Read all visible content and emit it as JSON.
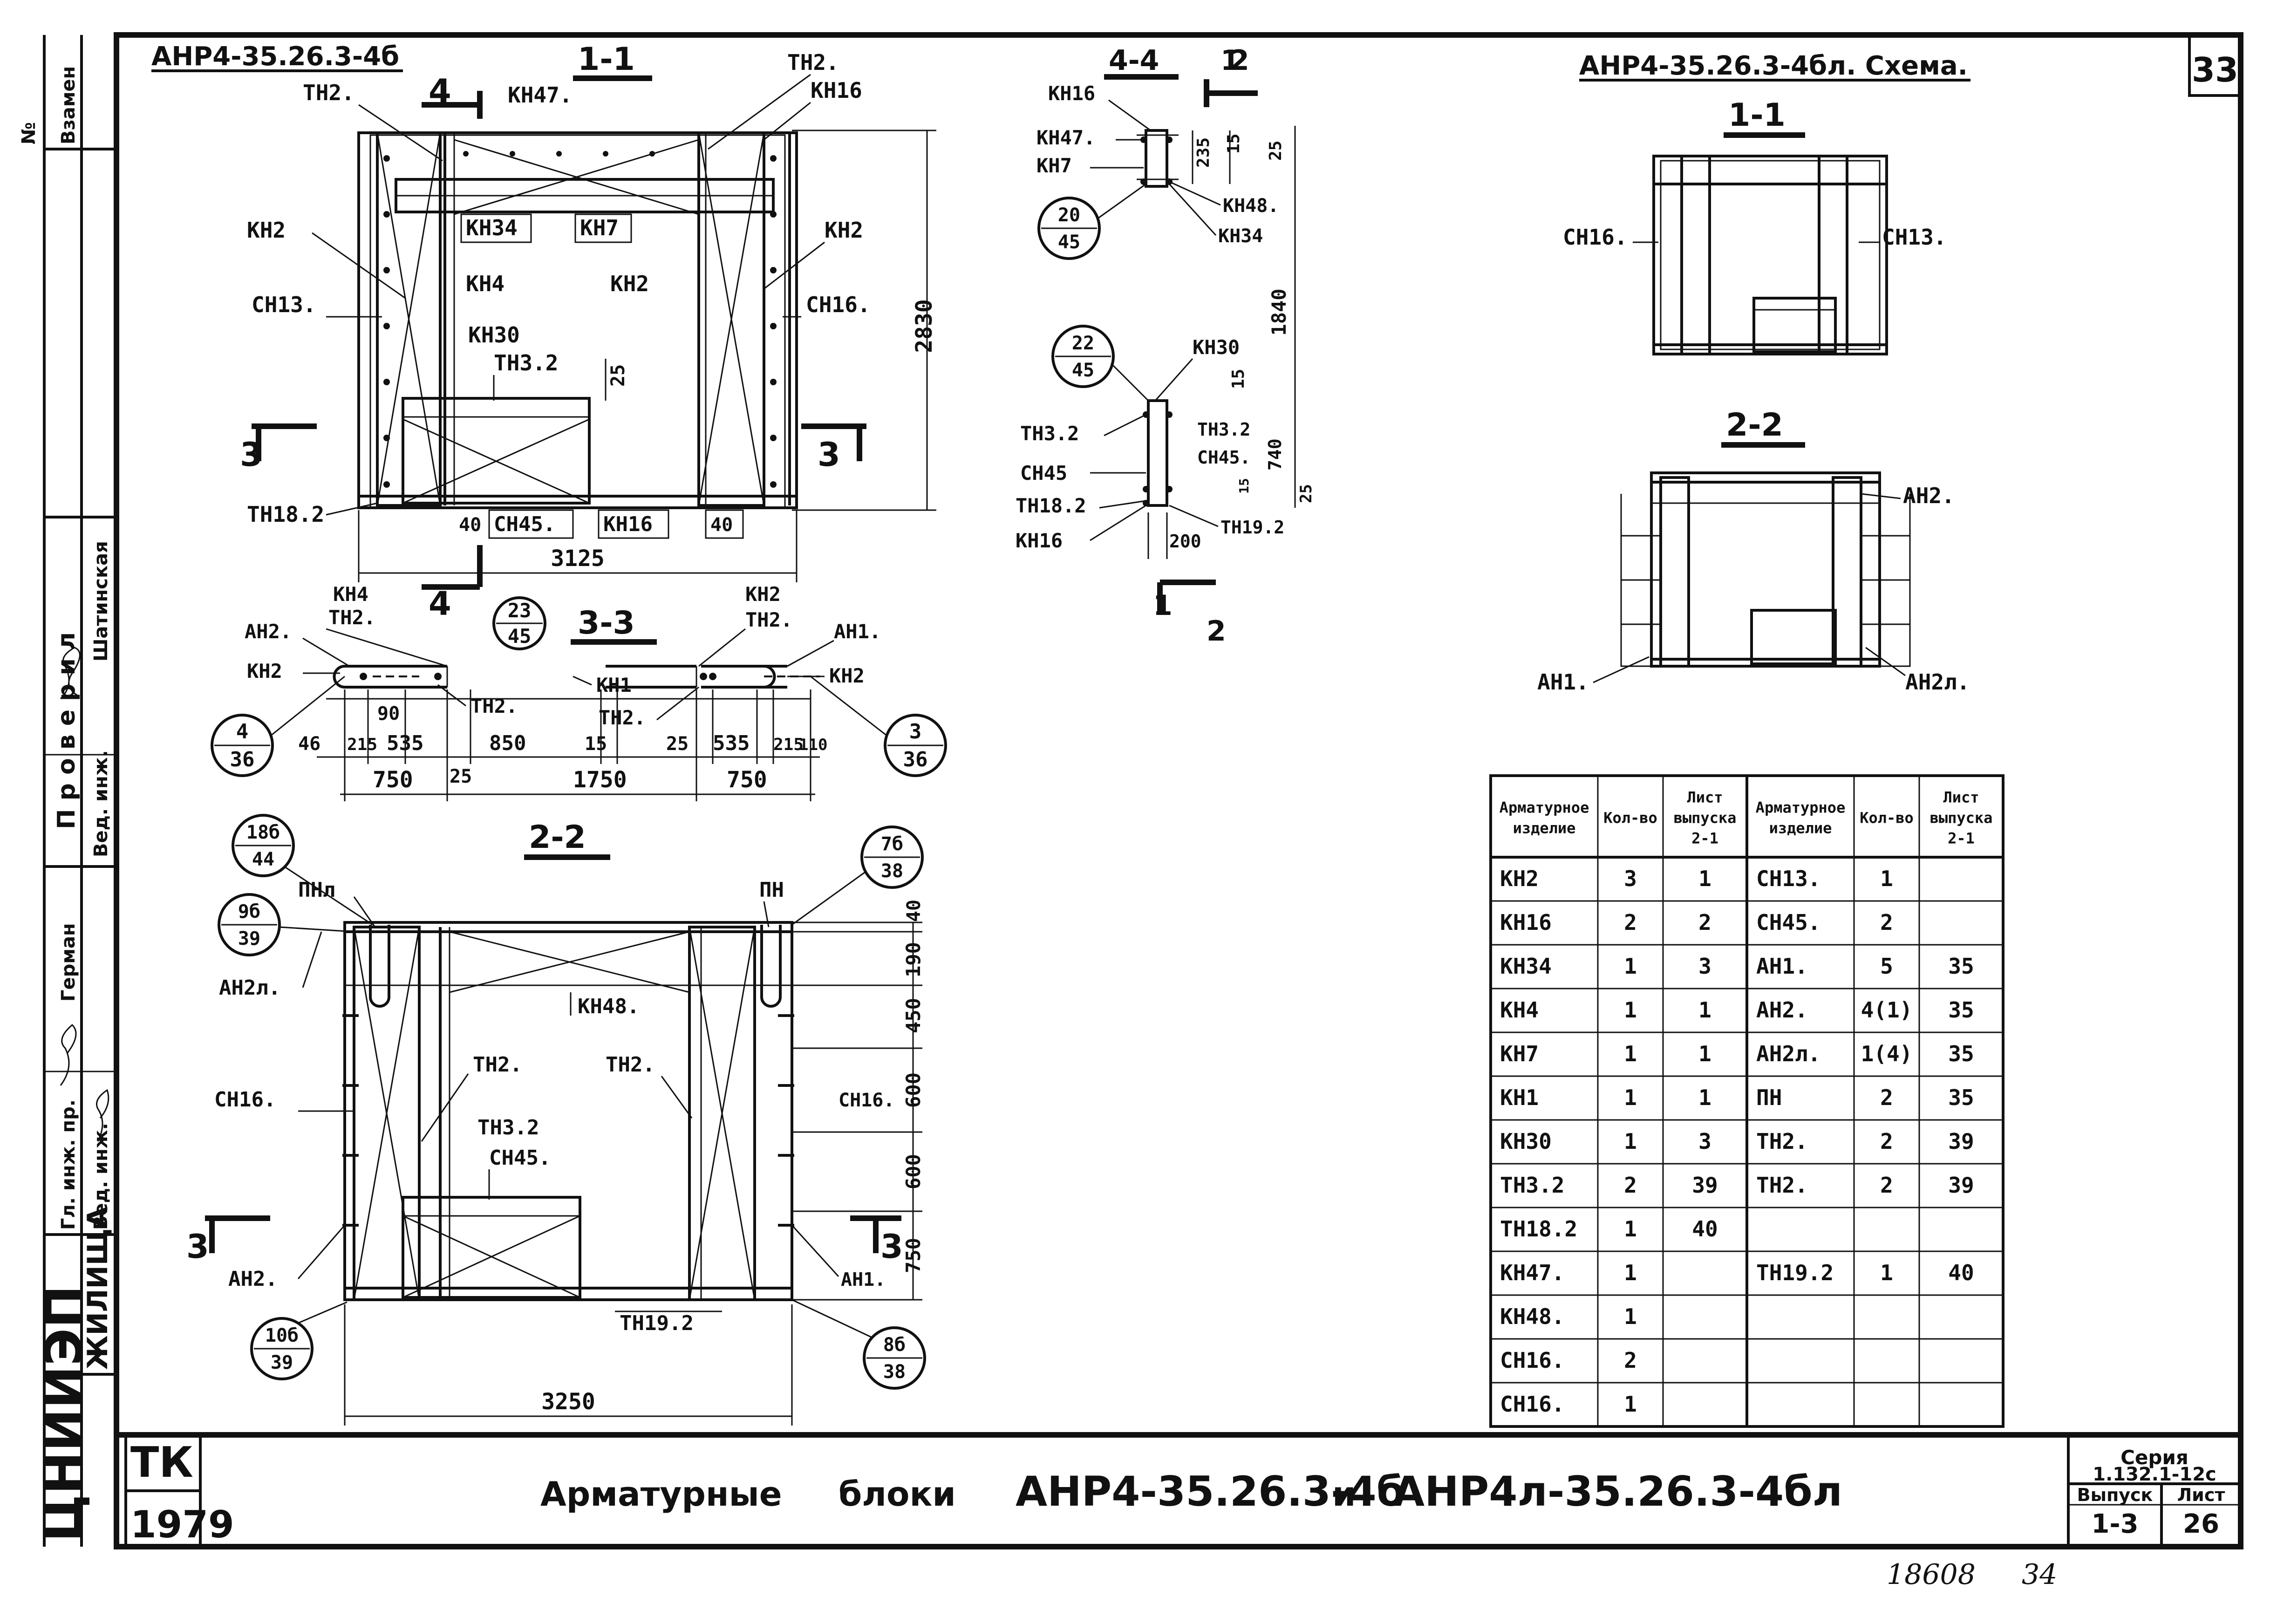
{
  "sheet": {
    "number": "33",
    "title_parts": [
      "Арматурные",
      "блоки",
      "АНР4-35.26.3-4б",
      "и",
      "АНР4л-35.26.3-4бл"
    ],
    "org": "ЦНИИЭП",
    "org_sub": "ЖИЛИЩА",
    "tk": "ТК",
    "year": "1979",
    "series_label": "Серия",
    "series_value": "1.132.1-12с",
    "issue_label": "Выпуск",
    "issue_value": "1-3",
    "list_label": "Лист",
    "list_value": "26",
    "archive_no": "18608",
    "archive_sheet": "34"
  },
  "stamp": {
    "zamen": "Взамен",
    "no": "№",
    "proveril": "П р о в е р и л",
    "ved_inzh": "Вед. инж.",
    "shatinskaya": "Шатинская",
    "german": "Герман",
    "gl_inzh": "Гл. инж. пр.",
    "ved_inzh2": "Вед. инж."
  },
  "main_drawing": {
    "title": "АНР4-35.26.3-4б",
    "sec11": "1-1",
    "sec22": "2-2",
    "sec33": "3-3",
    "sec44": "4-4",
    "cut3": "3",
    "cut4": "4",
    "cut1": "1",
    "cut2": "2",
    "labels": {
      "tn2": "ТН2.",
      "kn47": "КН47.",
      "kn16": "КН16",
      "kn34": "КН34",
      "kn7": "КН7",
      "kn2": "КН2",
      "kn4": "КН4",
      "cn13": "СН13.",
      "cn16": "СН16.",
      "kn30": "КН30",
      "tn32": "ТН3.2",
      "tn182": "ТН18.2",
      "cn45": "СН45.",
      "kn1": "КН1",
      "an2": "АН2.",
      "an1": "АН1.",
      "an2l": "АН2л.",
      "pnl": "ПНл",
      "pn": "ПН",
      "kn48": "КН48.",
      "tn192": "ТН19.2",
      "kn7b": "КН7",
      "cn45b": "СН45",
      "kn16b": "КН16",
      "kn47b": "КН47.",
      "kn48b": "КН48.",
      "kn34b": "КН34"
    },
    "dims": {
      "d2830": "2830",
      "d25": "25",
      "d40": "40",
      "d3125": "3125",
      "d46": "46",
      "d215": "215",
      "d535": "535",
      "d850": "850",
      "d15": "15",
      "d750": "750",
      "d1750": "1750",
      "d90": "90",
      "d110": "110",
      "d190": "190",
      "d450": "450",
      "d600": "600",
      "d3250": "3250",
      "d235": "235",
      "d1840": "1840",
      "d740": "740",
      "d200": "200"
    },
    "bubbles": {
      "b2345": [
        "23",
        "45"
      ],
      "b436": [
        "4",
        "36"
      ],
      "b336": [
        "3",
        "36"
      ],
      "b2045": [
        "20",
        "45"
      ],
      "b2245": [
        "22",
        "45"
      ],
      "b18b44": [
        "18б",
        "44"
      ],
      "b9b39": [
        "9б",
        "39"
      ],
      "b7b38": [
        "7б",
        "38"
      ],
      "b10b39": [
        "10б",
        "39"
      ],
      "b8b38": [
        "8б",
        "38"
      ]
    }
  },
  "scheme": {
    "title": "АНР4-35.26.3-4бл. Схема.",
    "sec11": "1-1",
    "sec22": "2-2",
    "cn16": "СН16.",
    "cn13": "СН13.",
    "an2": "АН2.",
    "an1": "АН1.",
    "an2l": "АН2л."
  },
  "table": {
    "headers": [
      "Арматурное изделие",
      "Кол-во",
      "Лист выпуска 2-1",
      "Арматурное изделие",
      "Кол-во",
      "Лист выпуска 2-1"
    ],
    "rows": [
      [
        "КН2",
        "3",
        "1",
        "СН13.",
        "1",
        ""
      ],
      [
        "КН16",
        "2",
        "2",
        "СН45.",
        "2",
        ""
      ],
      [
        "КН34",
        "1",
        "3",
        "АН1.",
        "5",
        "35"
      ],
      [
        "КН4",
        "1",
        "1",
        "АН2.",
        "4(1)",
        "35"
      ],
      [
        "КН7",
        "1",
        "1",
        "АН2л.",
        "1(4)",
        "35"
      ],
      [
        "КН1",
        "1",
        "1",
        "ПН",
        "2",
        "35"
      ],
      [
        "КН30",
        "1",
        "3",
        "ТН2.",
        "2",
        "39"
      ],
      [
        "ТН3.2",
        "2",
        "39",
        "ТН2.",
        "2",
        "39"
      ],
      [
        "ТН18.2",
        "1",
        "40",
        "",
        "",
        ""
      ],
      [
        "КН47.",
        "1",
        "",
        "ТН19.2",
        "1",
        "40"
      ],
      [
        "КН48.",
        "1",
        "",
        "",
        "",
        ""
      ],
      [
        "СН16.",
        "2",
        "",
        "",
        "",
        ""
      ],
      [
        "СН16.",
        "1",
        "",
        "",
        "",
        ""
      ]
    ]
  }
}
